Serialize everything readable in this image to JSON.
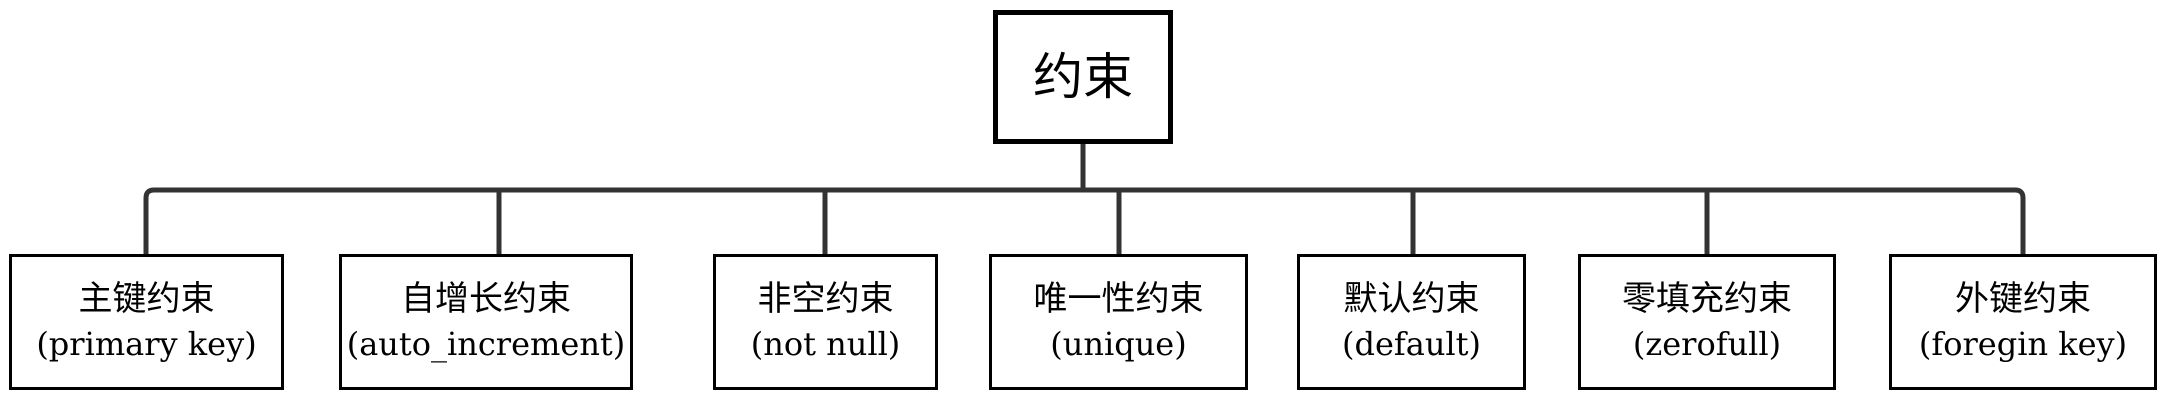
{
  "diagram": {
    "root": {
      "label": "约束"
    },
    "children": [
      {
        "cn": "主键约束",
        "en": "(primary key)"
      },
      {
        "cn": "自增长约束",
        "en": "(auto_increment)"
      },
      {
        "cn": "非空约束",
        "en": "(not null)"
      },
      {
        "cn": "唯一性约束",
        "en": "(unique)"
      },
      {
        "cn": "默认约束",
        "en": "(default)"
      },
      {
        "cn": "零填充约束",
        "en": "(zerofull)"
      },
      {
        "cn": "外键约束",
        "en": "(foregin key)"
      }
    ]
  }
}
